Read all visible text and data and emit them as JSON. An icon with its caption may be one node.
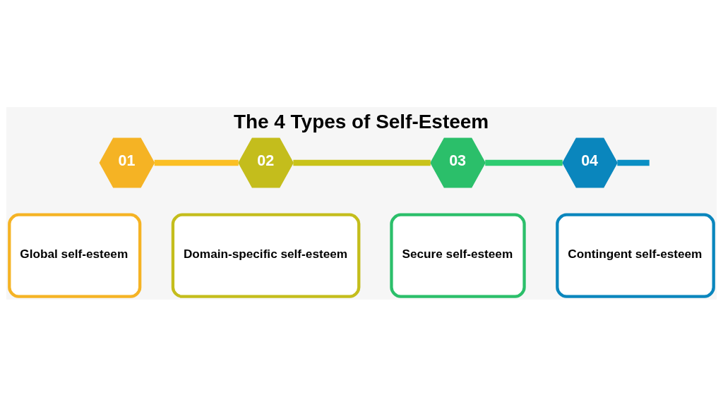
{
  "diagram": {
    "title": "The 4 Types of Self-Esteem",
    "nodes": [
      {
        "text": [
          "01"
        ]
      },
      {
        "text": [
          "02"
        ]
      },
      {
        "text": [
          "03"
        ]
      },
      {
        "text": [
          "04"
        ]
      },
      {
        "text": [
          "Global self-esteem"
        ]
      },
      {
        "text": [
          "Domain-specific self-esteem"
        ]
      },
      {
        "text": [
          "Secure self-esteem"
        ]
      },
      {
        "text": [
          "Contingent self-esteem"
        ]
      }
    ],
    "edges": [
      {
        "from": 0,
        "to": 1,
        "arrow": "none",
        "color": "#fbbf24"
      },
      {
        "from": 1,
        "to": 2,
        "arrow": "none",
        "color": "#c9c31a"
      },
      {
        "from": 2,
        "to": 3,
        "arrow": "none",
        "color": "#2ecc71"
      },
      {
        "from": 3,
        "to": null,
        "arrow": "none",
        "color": "#0a8fc4"
      }
    ]
  }
}
